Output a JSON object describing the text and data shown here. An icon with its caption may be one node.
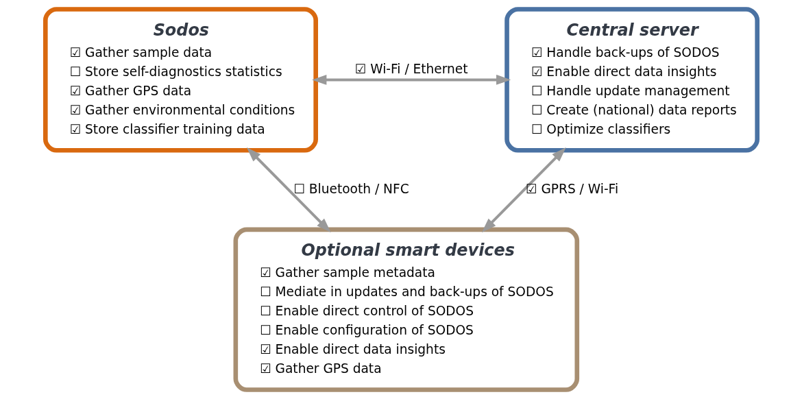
{
  "diagram": {
    "nodes": [
      {
        "text": [
          "Sodos",
          "☑ Gather sample data",
          "☐ Store self-diagnostics statistics",
          "☑ Gather GPS data",
          "☑ Gather environmental conditions",
          "☑ Store classifier training data"
        ]
      },
      {
        "text": [
          "Central server",
          "☑ Handle back-ups of SODOS",
          "☑ Enable direct data insights",
          "☐ Handle update management",
          "☐ Create (national) data reports",
          "☐ Optimize classifiers"
        ]
      },
      {
        "text": [
          "Optional smart devices",
          "☑ Gather sample metadata",
          "☐ Mediate in updates and back-ups of SODOS",
          "☐ Enable direct control of SODOS",
          "☐ Enable configuration of SODOS",
          "☑ Enable direct data insights",
          "☑ Gather GPS data"
        ]
      }
    ],
    "edges": [
      {
        "from": 0,
        "to": 1,
        "arrow": "both",
        "label": "☑ Wi-Fi / Ethernet"
      },
      {
        "from": 0,
        "to": 2,
        "arrow": "both",
        "label": "☐ Bluetooth / NFC"
      },
      {
        "from": 2,
        "to": 1,
        "arrow": "both",
        "label": "☑ GPRS / Wi-Fi"
      }
    ]
  }
}
